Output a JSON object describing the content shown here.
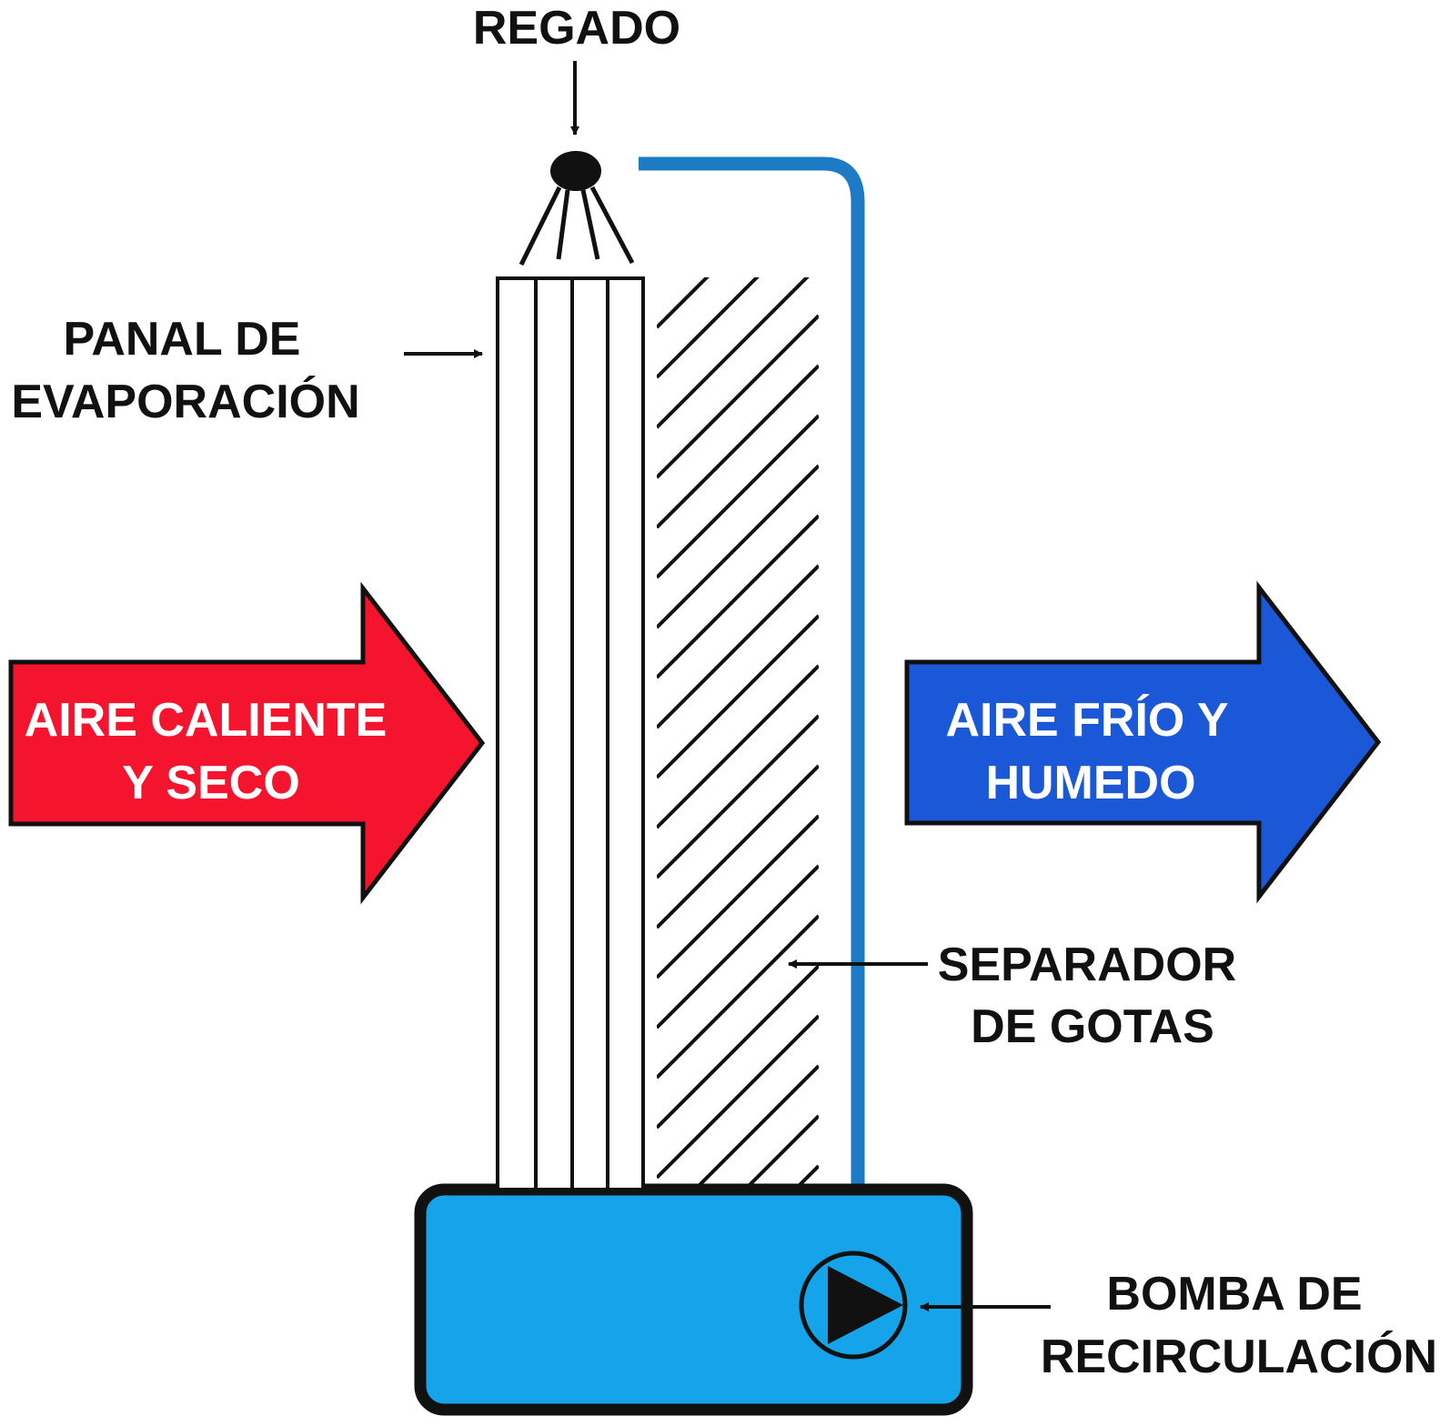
{
  "labels": {
    "regado": "REGADO",
    "panal_line1": "PANAL DE",
    "panal_line2": "EVAPORACIÓN",
    "aire_caliente_line1": "AIRE CALIENTE",
    "aire_caliente_line2": "Y SECO",
    "aire_frio_line1": "AIRE FRÍO Y",
    "aire_frio_line2": "HUMEDO",
    "separador_line1": "SEPARADOR",
    "separador_line2": "DE GOTAS",
    "bomba_line1": "BOMBA DE",
    "bomba_line2": "RECIRCULACIÓN"
  },
  "colors": {
    "hot_air": "#f5142d",
    "cold_air": "#1a58d8",
    "water_tank": "#15a3ea",
    "water_pipe": "#1d7bc6",
    "outline": "#111111"
  },
  "icons": {
    "sprinkler": "sprinkler-nozzle-icon",
    "pump": "pump-icon"
  }
}
